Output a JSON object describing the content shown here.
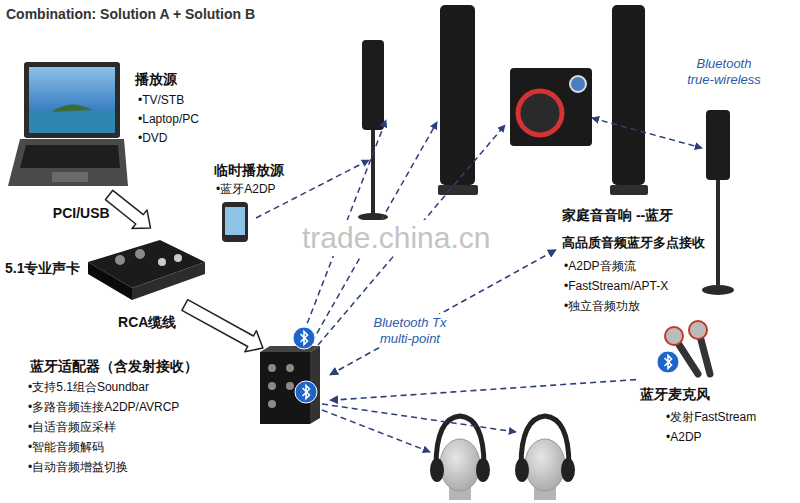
{
  "diagram": {
    "title": "Combination: Solution A + Solution B",
    "nodes": [
      {
        "text": [
          "播放源",
          "•TV/STB",
          "•Laptop/PC",
          "•DVD"
        ]
      },
      {
        "text": [
          "临时播放源",
          "•蓝牙A2DP"
        ]
      },
      {
        "text": [
          "5.1专业声卡"
        ]
      },
      {
        "text": [
          "蓝牙适配器（含发射接收）",
          "•支持5.1组合Soundbar",
          "•多路音频连接A2DP/AVRCP",
          "•自适音频应采样",
          "•智能音频解码",
          "•自动音频增益切换"
        ]
      },
      {
        "text": [
          "家庭音音响 --蓝牙",
          "高品质音频蓝牙多点接收",
          "•A2DP音频流",
          "•FastStream/APT-X",
          "•独立音频功放"
        ]
      },
      {
        "text": [
          "蓝牙麦克风",
          "•发射FastStream",
          "•A2DP"
        ]
      }
    ],
    "edges": [
      {
        "from": 0,
        "to": 2,
        "label": "PCI/USB",
        "arrow": "to"
      },
      {
        "from": 2,
        "to": 3,
        "label": "RCA缆线",
        "arrow": "to"
      },
      {
        "from": 3,
        "to": 4,
        "label": "Bluetooth Tx multi-point",
        "arrow": "both"
      },
      {
        "from": 5,
        "to": 3,
        "arrow": "to"
      }
    ],
    "labels": [
      "Bluetooth true-wireless",
      "trade.china.cn"
    ]
  }
}
